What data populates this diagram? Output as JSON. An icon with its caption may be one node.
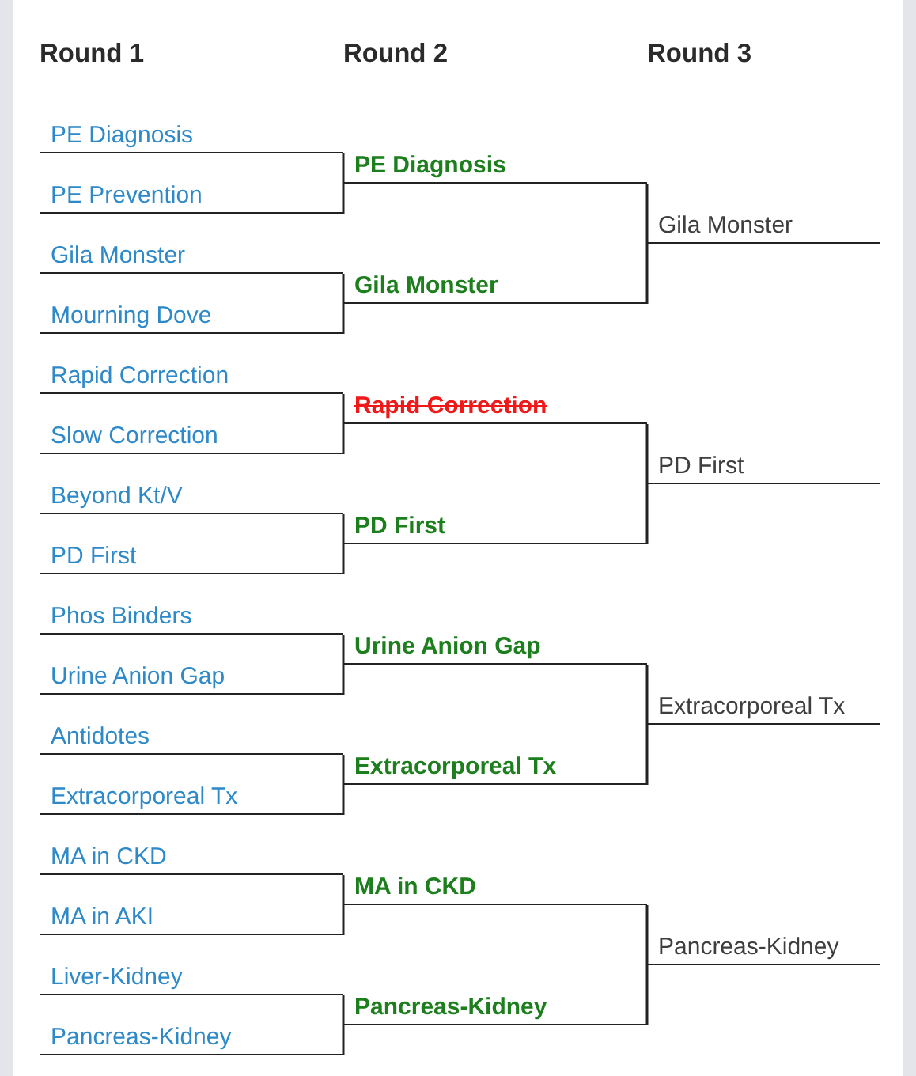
{
  "diagram": {
    "nodes": [
      {
        "text": [
          "PE Diagnosis"
        ]
      },
      {
        "text": [
          "PE Prevention"
        ]
      },
      {
        "text": [
          "Gila Monster"
        ]
      },
      {
        "text": [
          "Mourning Dove"
        ]
      },
      {
        "text": [
          "Rapid Correction"
        ]
      },
      {
        "text": [
          "Slow Correction"
        ]
      },
      {
        "text": [
          "Beyond Kt/V"
        ]
      },
      {
        "text": [
          "PD First"
        ]
      },
      {
        "text": [
          "Phos Binders"
        ]
      },
      {
        "text": [
          "Urine Anion Gap"
        ]
      },
      {
        "text": [
          "Antidotes"
        ]
      },
      {
        "text": [
          "Extracorporeal Tx"
        ]
      },
      {
        "text": [
          "MA in CKD"
        ]
      },
      {
        "text": [
          "MA in AKI"
        ]
      },
      {
        "text": [
          "Liver-Kidney"
        ]
      },
      {
        "text": [
          "Pancreas-Kidney"
        ]
      },
      {
        "text": [
          "PE Diagnosis"
        ]
      },
      {
        "text": [
          "Gila Monster"
        ]
      },
      {
        "text": [
          "Rapid Correction"
        ]
      },
      {
        "text": [
          "PD First"
        ]
      },
      {
        "text": [
          "Urine Anion Gap"
        ]
      },
      {
        "text": [
          "Extracorporeal Tx"
        ]
      },
      {
        "text": [
          "MA in CKD"
        ]
      },
      {
        "text": [
          "Pancreas-Kidney"
        ]
      },
      {
        "text": [
          "Gila Monster"
        ]
      },
      {
        "text": [
          "PD First"
        ]
      },
      {
        "text": [
          "Extracorporeal Tx"
        ]
      },
      {
        "text": [
          "Pancreas-Kidney"
        ]
      }
    ],
    "edges": [
      {
        "from": 0,
        "to": 16,
        "arrow": "none"
      },
      {
        "from": 1,
        "to": 16,
        "arrow": "none"
      },
      {
        "from": 2,
        "to": 17,
        "arrow": "none"
      },
      {
        "from": 3,
        "to": 17,
        "arrow": "none"
      },
      {
        "from": 4,
        "to": 18,
        "arrow": "none"
      },
      {
        "from": 5,
        "to": 18,
        "arrow": "none"
      },
      {
        "from": 6,
        "to": 19,
        "arrow": "none"
      },
      {
        "from": 7,
        "to": 19,
        "arrow": "none"
      },
      {
        "from": 8,
        "to": 20,
        "arrow": "none"
      },
      {
        "from": 9,
        "to": 20,
        "arrow": "none"
      },
      {
        "from": 10,
        "to": 21,
        "arrow": "none"
      },
      {
        "from": 11,
        "to": 21,
        "arrow": "none"
      },
      {
        "from": 12,
        "to": 22,
        "arrow": "none"
      },
      {
        "from": 13,
        "to": 22,
        "arrow": "none"
      },
      {
        "from": 14,
        "to": 23,
        "arrow": "none"
      },
      {
        "from": 15,
        "to": 23,
        "arrow": "none"
      },
      {
        "from": 16,
        "to": 24,
        "arrow": "none"
      },
      {
        "from": 17,
        "to": 24,
        "arrow": "none"
      },
      {
        "from": 18,
        "to": 25,
        "arrow": "none"
      },
      {
        "from": 19,
        "to": 25,
        "arrow": "none"
      },
      {
        "from": 20,
        "to": 26,
        "arrow": "none"
      },
      {
        "from": 21,
        "to": 26,
        "arrow": "none"
      },
      {
        "from": 22,
        "to": 27,
        "arrow": "none"
      },
      {
        "from": 23,
        "to": 27,
        "arrow": "none"
      }
    ],
    "labels": [
      "Round 1",
      "Round 2",
      "Round 3"
    ]
  }
}
